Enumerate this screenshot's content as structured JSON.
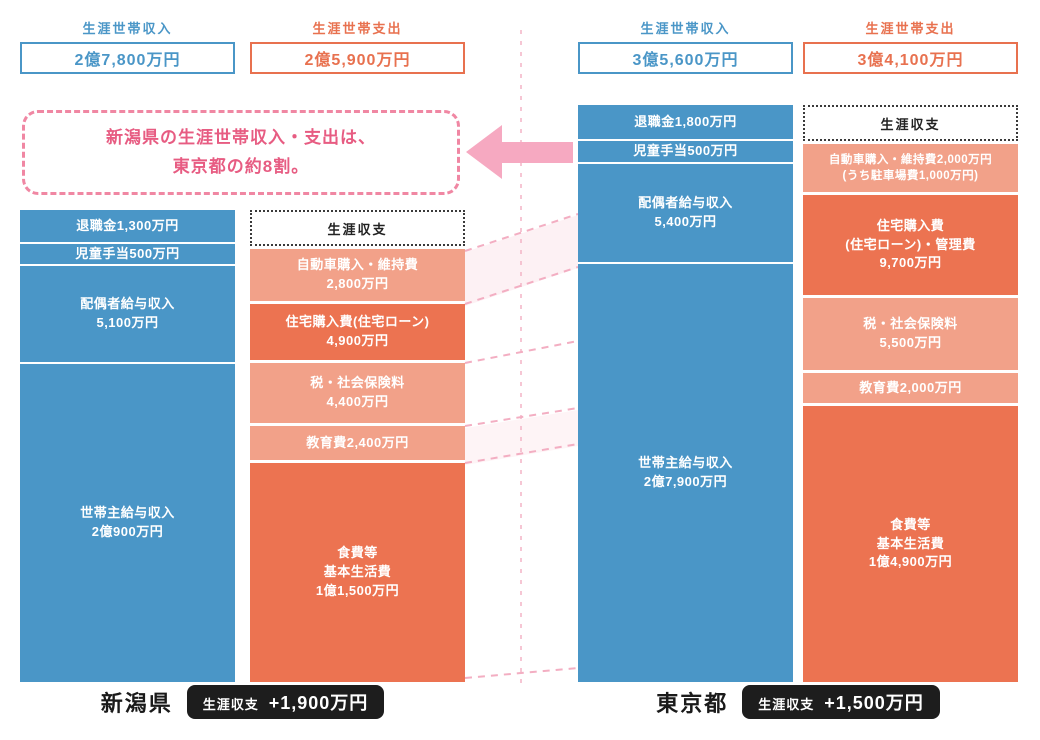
{
  "colors": {
    "income_blue": "#4a96c7",
    "expense_dark": "#ec7351",
    "expense_light": "#f2a189",
    "accent_pink": "#e75c82",
    "badge_black": "#1d1d1d"
  },
  "callout": {
    "text": "新潟県の生涯世帯収入・支出は、\n東京都の約8割。"
  },
  "niigata": {
    "name": "新潟県",
    "income_header": "生涯世帯収入",
    "income_total": "2億7,800万円",
    "expense_header": "生涯世帯支出",
    "expense_total": "2億5,900万円",
    "balance_box_label": "生涯収支",
    "income_segments": [
      {
        "text": "退職金1,300万円"
      },
      {
        "text": "児童手当500万円"
      },
      {
        "text": "配偶者給与収入\n5,100万円"
      },
      {
        "text": "世帯主給与収入\n2億900万円"
      }
    ],
    "expense_segments": [
      {
        "text": "自動車購入・維持費\n2,800万円"
      },
      {
        "text": "住宅購入費(住宅ローン)\n4,900万円"
      },
      {
        "text": "税・社会保険料\n4,400万円"
      },
      {
        "text": "教育費2,400万円"
      },
      {
        "text": "食費等\n基本生活費\n1億1,500万円"
      }
    ],
    "badge": {
      "label": "生涯収支",
      "value": "+1,900万円"
    }
  },
  "tokyo": {
    "name": "東京都",
    "income_header": "生涯世帯収入",
    "income_total": "3億5,600万円",
    "expense_header": "生涯世帯支出",
    "expense_total": "3億4,100万円",
    "balance_box_label": "生涯収支",
    "income_segments": [
      {
        "text": "退職金1,800万円"
      },
      {
        "text": "児童手当500万円"
      },
      {
        "text": "配偶者給与収入\n5,400万円"
      },
      {
        "text": "世帯主給与収入\n2億7,900万円"
      }
    ],
    "expense_segments": [
      {
        "text": "自動車購入・維持費2,000万円\n(うち駐車場費1,000万円)"
      },
      {
        "text": "住宅購入費\n(住宅ローン)・管理費\n9,700万円"
      },
      {
        "text": "税・社会保険料\n5,500万円"
      },
      {
        "text": "教育費2,000万円"
      },
      {
        "text": "食費等\n基本生活費\n1億4,900万円"
      }
    ],
    "badge": {
      "label": "生涯収支",
      "value": "+1,500万円"
    }
  },
  "chart_data": {
    "type": "bar",
    "subtype": "stacked-comparison",
    "unit": "万円",
    "annotation": "新潟県の生涯世帯収入・支出は、東京都の約8割。",
    "groups": [
      {
        "name": "新潟県",
        "income_total": 27800,
        "expense_total": 25900,
        "balance": 1900,
        "income_segments": [
          {
            "label": "退職金",
            "value": 1300
          },
          {
            "label": "児童手当",
            "value": 500
          },
          {
            "label": "配偶者給与収入",
            "value": 5100
          },
          {
            "label": "世帯主給与収入",
            "value": 20900
          }
        ],
        "expense_segments": [
          {
            "label": "自動車購入・維持費",
            "value": 2800
          },
          {
            "label": "住宅購入費(住宅ローン)",
            "value": 4900
          },
          {
            "label": "税・社会保険料",
            "value": 4400
          },
          {
            "label": "教育費",
            "value": 2400
          },
          {
            "label": "食費等 基本生活費",
            "value": 11500
          }
        ]
      },
      {
        "name": "東京都",
        "income_total": 35600,
        "expense_total": 34100,
        "balance": 1500,
        "income_segments": [
          {
            "label": "退職金",
            "value": 1800
          },
          {
            "label": "児童手当",
            "value": 500
          },
          {
            "label": "配偶者給与収入",
            "value": 5400
          },
          {
            "label": "世帯主給与収入",
            "value": 27900
          }
        ],
        "expense_segments": [
          {
            "label": "自動車購入・維持費(うち駐車場費1,000万円)",
            "value": 2000
          },
          {
            "label": "住宅購入費(住宅ローン)・管理費",
            "value": 9700
          },
          {
            "label": "税・社会保険料",
            "value": 5500
          },
          {
            "label": "教育費",
            "value": 2000
          },
          {
            "label": "食費等 基本生活費",
            "value": 14900
          }
        ]
      }
    ]
  }
}
